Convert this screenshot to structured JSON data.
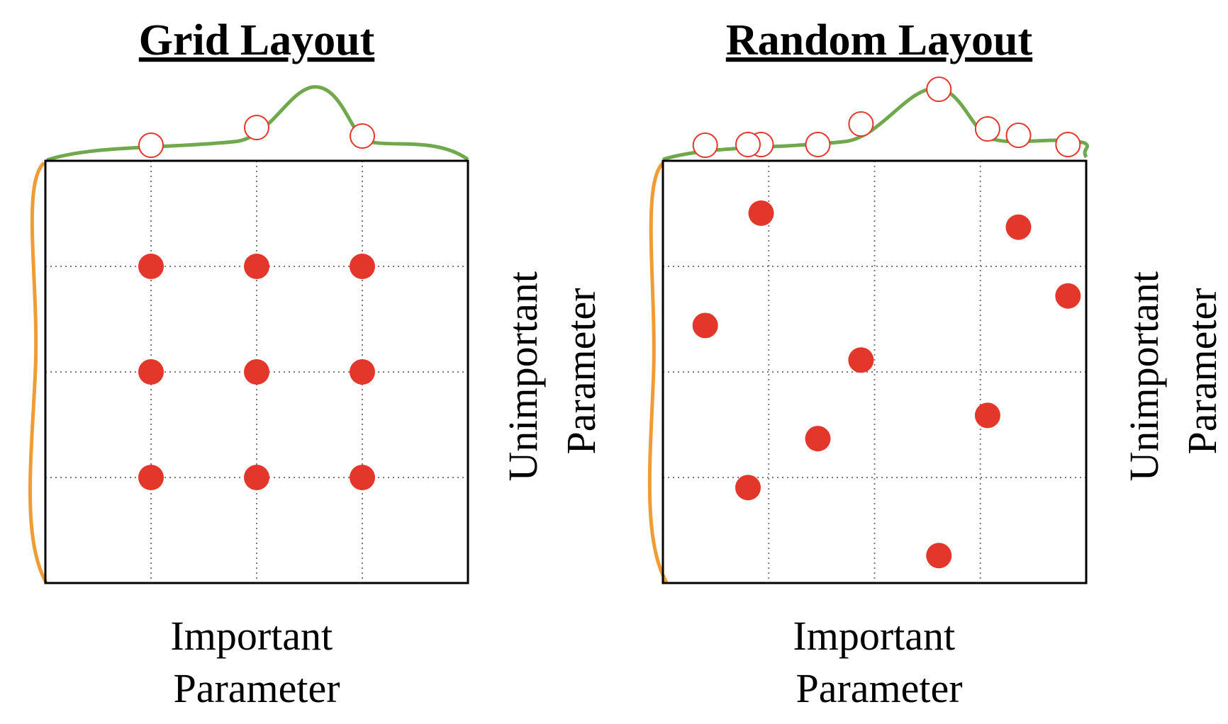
{
  "colors": {
    "frame": "#000000",
    "grid": "#7a7a7a",
    "point": "#e2372a",
    "importance_curve": "#70a84e",
    "unimportant_curve": "#ef9c34"
  },
  "panels": [
    {
      "id": "grid",
      "title": "Grid Layout",
      "x_label_lines": [
        "Important",
        "Parameter"
      ],
      "y_label_lines": [
        "Unimportant",
        "Parameter"
      ],
      "points": [
        [
          0.25,
          0.25
        ],
        [
          0.5,
          0.25
        ],
        [
          0.75,
          0.25
        ],
        [
          0.25,
          0.5
        ],
        [
          0.5,
          0.5
        ],
        [
          0.75,
          0.5
        ],
        [
          0.25,
          0.75
        ],
        [
          0.5,
          0.75
        ],
        [
          0.75,
          0.75
        ]
      ]
    },
    {
      "id": "random",
      "title": "Random Layout",
      "x_label_lines": [
        "Important",
        "Parameter"
      ],
      "y_label_lines": [
        "Unimportant",
        "Parameter"
      ],
      "points": [
        [
          0.232,
          0.876
        ],
        [
          0.84,
          0.843
        ],
        [
          0.957,
          0.68
        ],
        [
          0.1,
          0.61
        ],
        [
          0.468,
          0.528
        ],
        [
          0.767,
          0.397
        ],
        [
          0.366,
          0.342
        ],
        [
          0.201,
          0.226
        ],
        [
          0.652,
          0.065
        ]
      ]
    }
  ]
}
